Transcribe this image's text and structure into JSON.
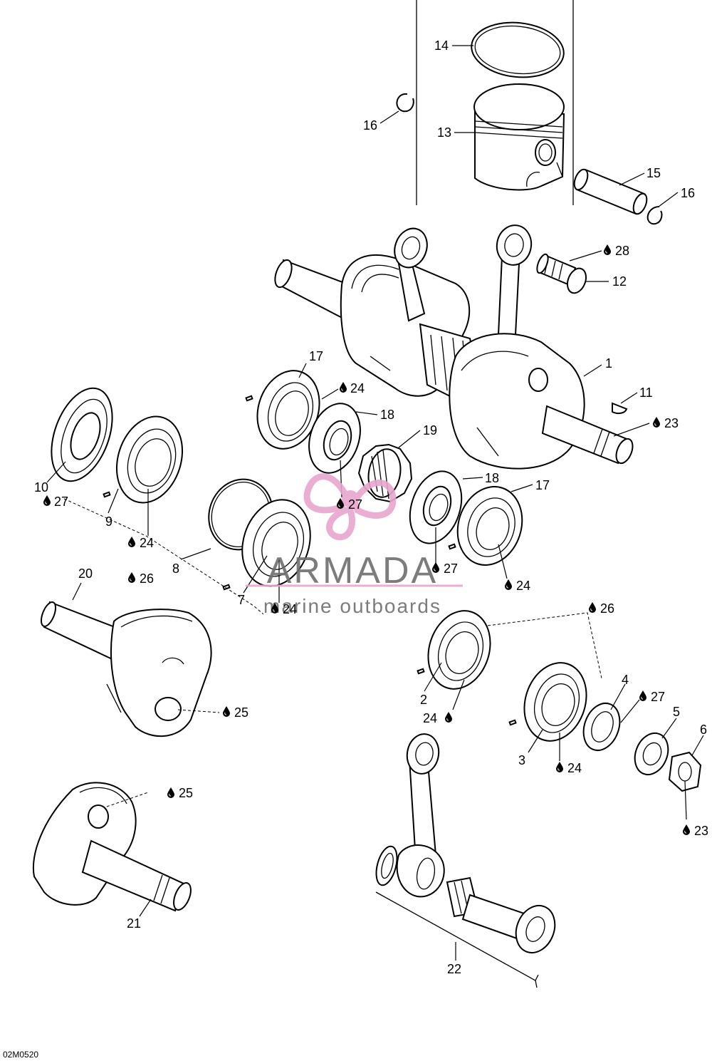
{
  "watermark": {
    "brand": "ARMADA",
    "tagline": "marine outboards",
    "logo_color": "#e8a6cf",
    "text_color": "#6e6e6e"
  },
  "figure_code": "02M0520",
  "drop_icon": "oil-drop-icon",
  "callouts": [
    {
      "id": "c14",
      "text": "14"
    },
    {
      "id": "c16a",
      "text": "16"
    },
    {
      "id": "c13",
      "text": "13"
    },
    {
      "id": "c15",
      "text": "15"
    },
    {
      "id": "c16b",
      "text": "16"
    },
    {
      "id": "c28",
      "text": "28"
    },
    {
      "id": "c12",
      "text": "12"
    },
    {
      "id": "c1",
      "text": "1"
    },
    {
      "id": "c11",
      "text": "11"
    },
    {
      "id": "c23a",
      "text": "23"
    },
    {
      "id": "c17a",
      "text": "17"
    },
    {
      "id": "c24a",
      "text": "24"
    },
    {
      "id": "c18a",
      "text": "18"
    },
    {
      "id": "c19",
      "text": "19"
    },
    {
      "id": "c18b",
      "text": "18"
    },
    {
      "id": "c17b",
      "text": "17"
    },
    {
      "id": "c10",
      "text": "10"
    },
    {
      "id": "c27a",
      "text": "27"
    },
    {
      "id": "c9",
      "text": "9"
    },
    {
      "id": "c24b",
      "text": "24"
    },
    {
      "id": "c27b",
      "text": "27"
    },
    {
      "id": "c8",
      "text": "8"
    },
    {
      "id": "c26a",
      "text": "26"
    },
    {
      "id": "c7",
      "text": "7"
    },
    {
      "id": "c24c",
      "text": "24"
    },
    {
      "id": "c27c",
      "text": "27"
    },
    {
      "id": "c24d",
      "text": "24"
    },
    {
      "id": "c20",
      "text": "20"
    },
    {
      "id": "c26b",
      "text": "26"
    },
    {
      "id": "c25a",
      "text": "25"
    },
    {
      "id": "c2",
      "text": "2"
    },
    {
      "id": "c24e",
      "text": "24"
    },
    {
      "id": "c4",
      "text": "4"
    },
    {
      "id": "c27d",
      "text": "27"
    },
    {
      "id": "c5",
      "text": "5"
    },
    {
      "id": "c6",
      "text": "6"
    },
    {
      "id": "c3",
      "text": "3"
    },
    {
      "id": "c24f",
      "text": "24"
    },
    {
      "id": "c25b",
      "text": "25"
    },
    {
      "id": "c23b",
      "text": "23"
    },
    {
      "id": "c21",
      "text": "21"
    },
    {
      "id": "c22",
      "text": "22"
    }
  ]
}
